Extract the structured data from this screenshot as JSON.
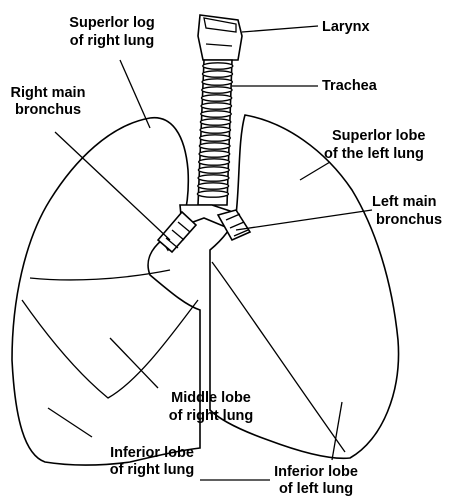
{
  "labels": {
    "superior_right_1": "Superlor log",
    "superior_right_2": "of right lung",
    "larynx": "Larynx",
    "trachea": "Trachea",
    "right_main_1": "Right main",
    "right_main_2": "bronchus",
    "superior_left_1": "Superlor lobe",
    "superior_left_2": "of the left lung",
    "left_main_1": "Left main",
    "left_main_2": "bronchus",
    "middle_right_1": "Middle lobe",
    "middle_right_2": "of right lung",
    "inferior_right_1": "Inferior lobe",
    "inferior_right_2": "of right lung",
    "inferior_left_1": "Inferior lobe",
    "inferior_left_2": "of left lung"
  }
}
